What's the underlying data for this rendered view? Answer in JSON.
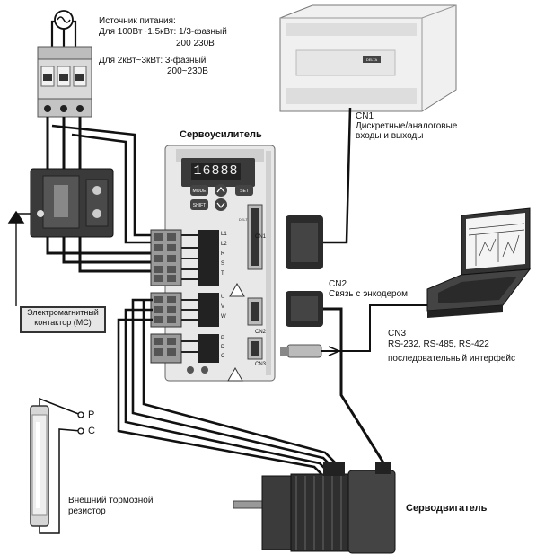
{
  "power": {
    "title": "Источник питания:",
    "line1": "Для 100Вт~1.5кВт: 1/3-фазный",
    "line2": "200  230В",
    "line3": "Для 2кВт~3кВт: 3-фазный",
    "line4": "200~230В"
  },
  "cn1": {
    "name": "CN1",
    "desc1": "Дискретные/аналоговые",
    "desc2": "входы и выходы"
  },
  "servo_amp": {
    "title": "Сервоусилитель",
    "display": "16888",
    "btn_mode": "MODE",
    "btn_set": "SET",
    "btn_shift": "SHIFT",
    "brand": "DELTA",
    "term_labels_top": [
      "L1",
      "L2",
      "R",
      "S",
      "T"
    ],
    "term_labels_mid": [
      "U",
      "V",
      "W"
    ],
    "term_labels_bot": [
      "P",
      "D",
      "C"
    ],
    "cn_labels": [
      "CN1",
      "CN2",
      "CN3"
    ]
  },
  "contactor": {
    "line1": "Электромагнитный",
    "line2": "контактор (MC)"
  },
  "cn2": {
    "name": "CN2",
    "desc": "Связь с энкодером"
  },
  "cn3": {
    "name": "CN3",
    "desc1": "RS-232, RS-485, RS-422",
    "desc2": "последовательный интерфейс"
  },
  "resistor": {
    "p": "P",
    "c": "C",
    "line1": "Внешний тормозной",
    "line2": "резистор"
  },
  "motor": {
    "title": "Серводвигатель"
  },
  "plc": {
    "brand": "DELTA"
  },
  "symbol": {
    "ac": "~"
  }
}
